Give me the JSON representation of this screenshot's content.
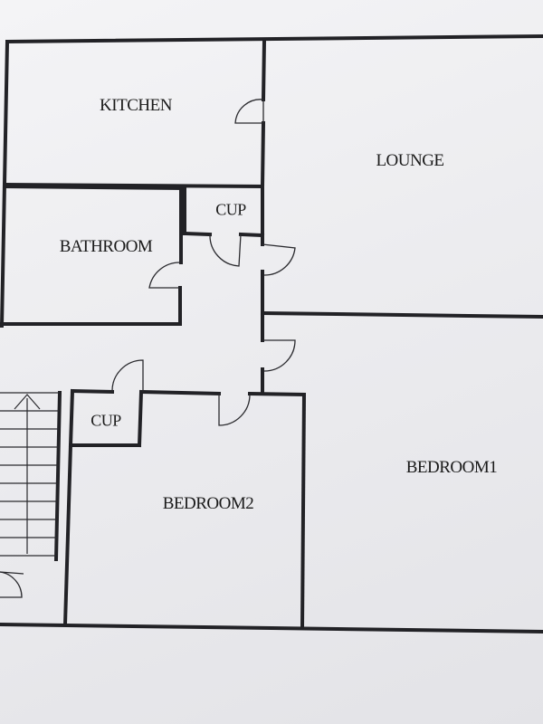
{
  "rooms": {
    "kitchen": "KITCHEN",
    "lounge": "LOUNGE",
    "cup_upper": "CUP",
    "bathroom": "BATHROOM",
    "cup_lower": "CUP",
    "bedroom2": "BEDROOM2",
    "bedroom1": "BEDROOM1"
  }
}
